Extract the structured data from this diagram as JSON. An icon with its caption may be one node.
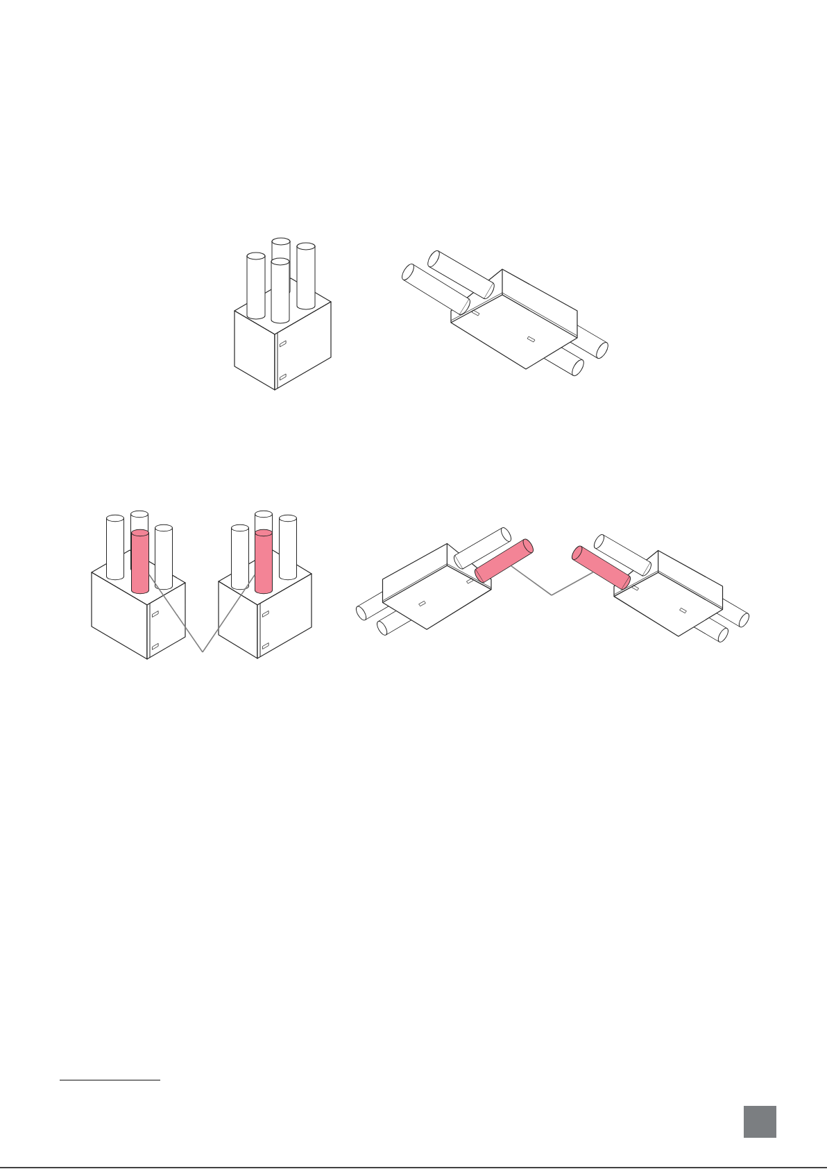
{
  "diagram": {
    "nodes": [
      {
        "text": [],
        "shape": "cylinder"
      },
      {
        "text": [],
        "shape": "cylinder"
      },
      {
        "text": [],
        "shape": "cylinder"
      },
      {
        "text": [],
        "shape": "cylinder"
      }
    ],
    "edges": [
      {
        "from": null,
        "to": 0,
        "arrow": "none"
      },
      {
        "from": null,
        "to": 1,
        "arrow": "none"
      },
      {
        "from": null,
        "to": 2,
        "arrow": "none"
      },
      {
        "from": null,
        "to": 3,
        "arrow": "none"
      }
    ]
  }
}
